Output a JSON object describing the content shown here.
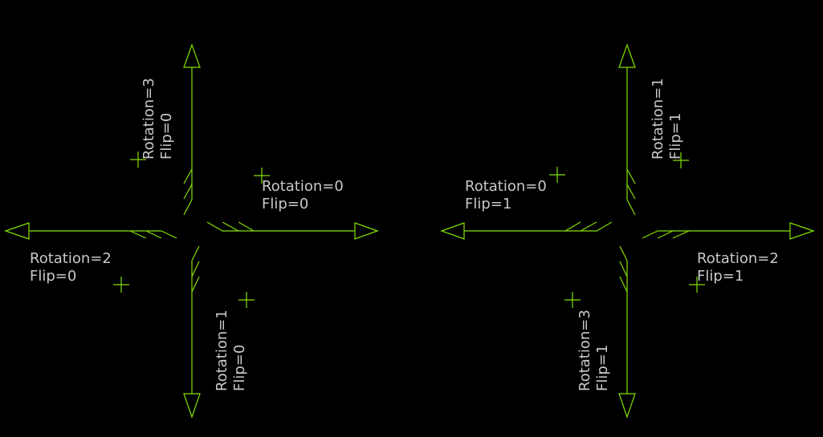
{
  "colors": {
    "pin": "#84e000",
    "text": "#c8c8c8",
    "background": "#000000"
  },
  "labels": [
    {
      "rotation": "Rotation=0",
      "flip": "Flip=0"
    },
    {
      "rotation": "Rotation=2",
      "flip": "Flip=0"
    },
    {
      "rotation": "Rotation=3",
      "flip": "Flip=0"
    },
    {
      "rotation": "Rotation=1",
      "flip": "Flip=0"
    },
    {
      "rotation": "Rotation=0",
      "flip": "Flip=1"
    },
    {
      "rotation": "Rotation=2",
      "flip": "Flip=1"
    },
    {
      "rotation": "Rotation=1",
      "flip": "Flip=1"
    },
    {
      "rotation": "Rotation=3",
      "flip": "Flip=1"
    }
  ]
}
